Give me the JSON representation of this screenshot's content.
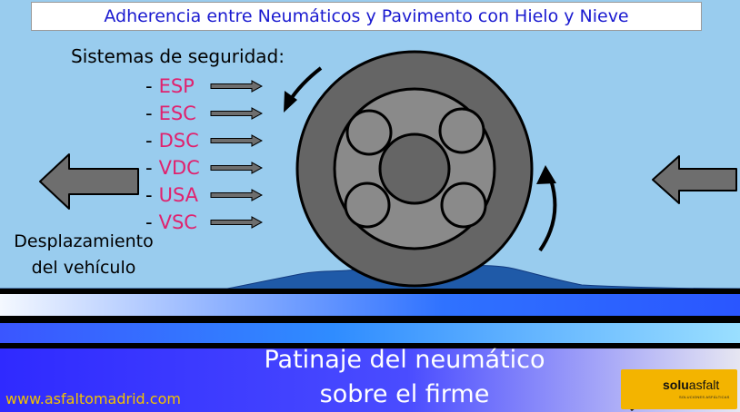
{
  "title": "Adherencia entre Neumáticos y Pavimento con Hielo y Nieve",
  "systems": {
    "heading": "Sistemas de seguridad:",
    "items": [
      "ESP",
      "ESC",
      "DSC",
      "VDC",
      "USA",
      "VSC"
    ],
    "bullet": "-"
  },
  "displacement": {
    "line1": "Desplazamiento",
    "line2": "del vehículo"
  },
  "caption": {
    "line1": "Patinaje del neumático",
    "line2": "sobre el firme"
  },
  "website": "www.asfaltomadrid.com",
  "logo": {
    "bold": "solu",
    "light": "asfalt",
    "tagline": "SOLUCIONES ASFÁLTICAS"
  },
  "colors": {
    "sky": "#99ccee",
    "title_text": "#1a1ad0",
    "system_code": "#e0226e",
    "website": "#f2c200",
    "logo_bg": "#f3b400"
  }
}
